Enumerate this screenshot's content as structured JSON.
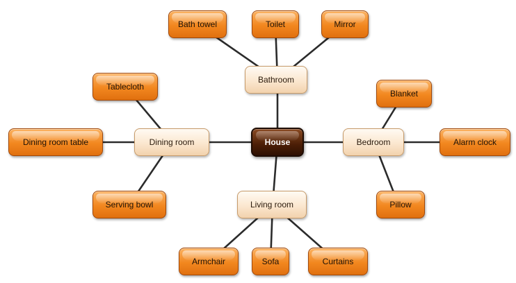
{
  "diagram": {
    "root": {
      "label": "House"
    },
    "categories": [
      {
        "label": "Bathroom",
        "items": [
          "Bath towel",
          "Toilet",
          "Mirror"
        ]
      },
      {
        "label": "Dining room",
        "items": [
          "Tablecloth",
          "Dining room table",
          "Serving bowl"
        ]
      },
      {
        "label": "Bedroom",
        "items": [
          "Blanket",
          "Alarm clock",
          "Pillow"
        ]
      },
      {
        "label": "Living room",
        "items": [
          "Armchair",
          "Sofa",
          "Curtains"
        ]
      }
    ]
  },
  "colors": {
    "leaf_fill": "#f2871f",
    "category_fill": "#fbe7cf",
    "root_fill": "#4a1e06",
    "connector": "#2b2b2b"
  }
}
